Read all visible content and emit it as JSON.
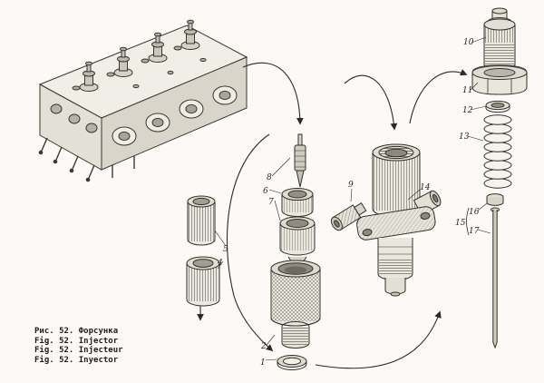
{
  "figure": {
    "paper_color": "#fbfaf6",
    "ink_color": "#2c2a26"
  },
  "caption": {
    "lines": [
      "Рис. 52. Форсунка",
      "Fig. 52. Injector",
      "Fig. 52. Injecteur",
      "Fig. 52. Inyector"
    ]
  },
  "part_labels": {
    "p1": "1",
    "p2": "2",
    "p4": "4",
    "p5": "5",
    "p6": "6",
    "p7": "7",
    "p8": "8",
    "p9": "9",
    "p10": "10",
    "p11": "11",
    "p12": "12",
    "p13": "13",
    "p14": "14",
    "p15": "15",
    "p16": "16",
    "p17": "17"
  }
}
